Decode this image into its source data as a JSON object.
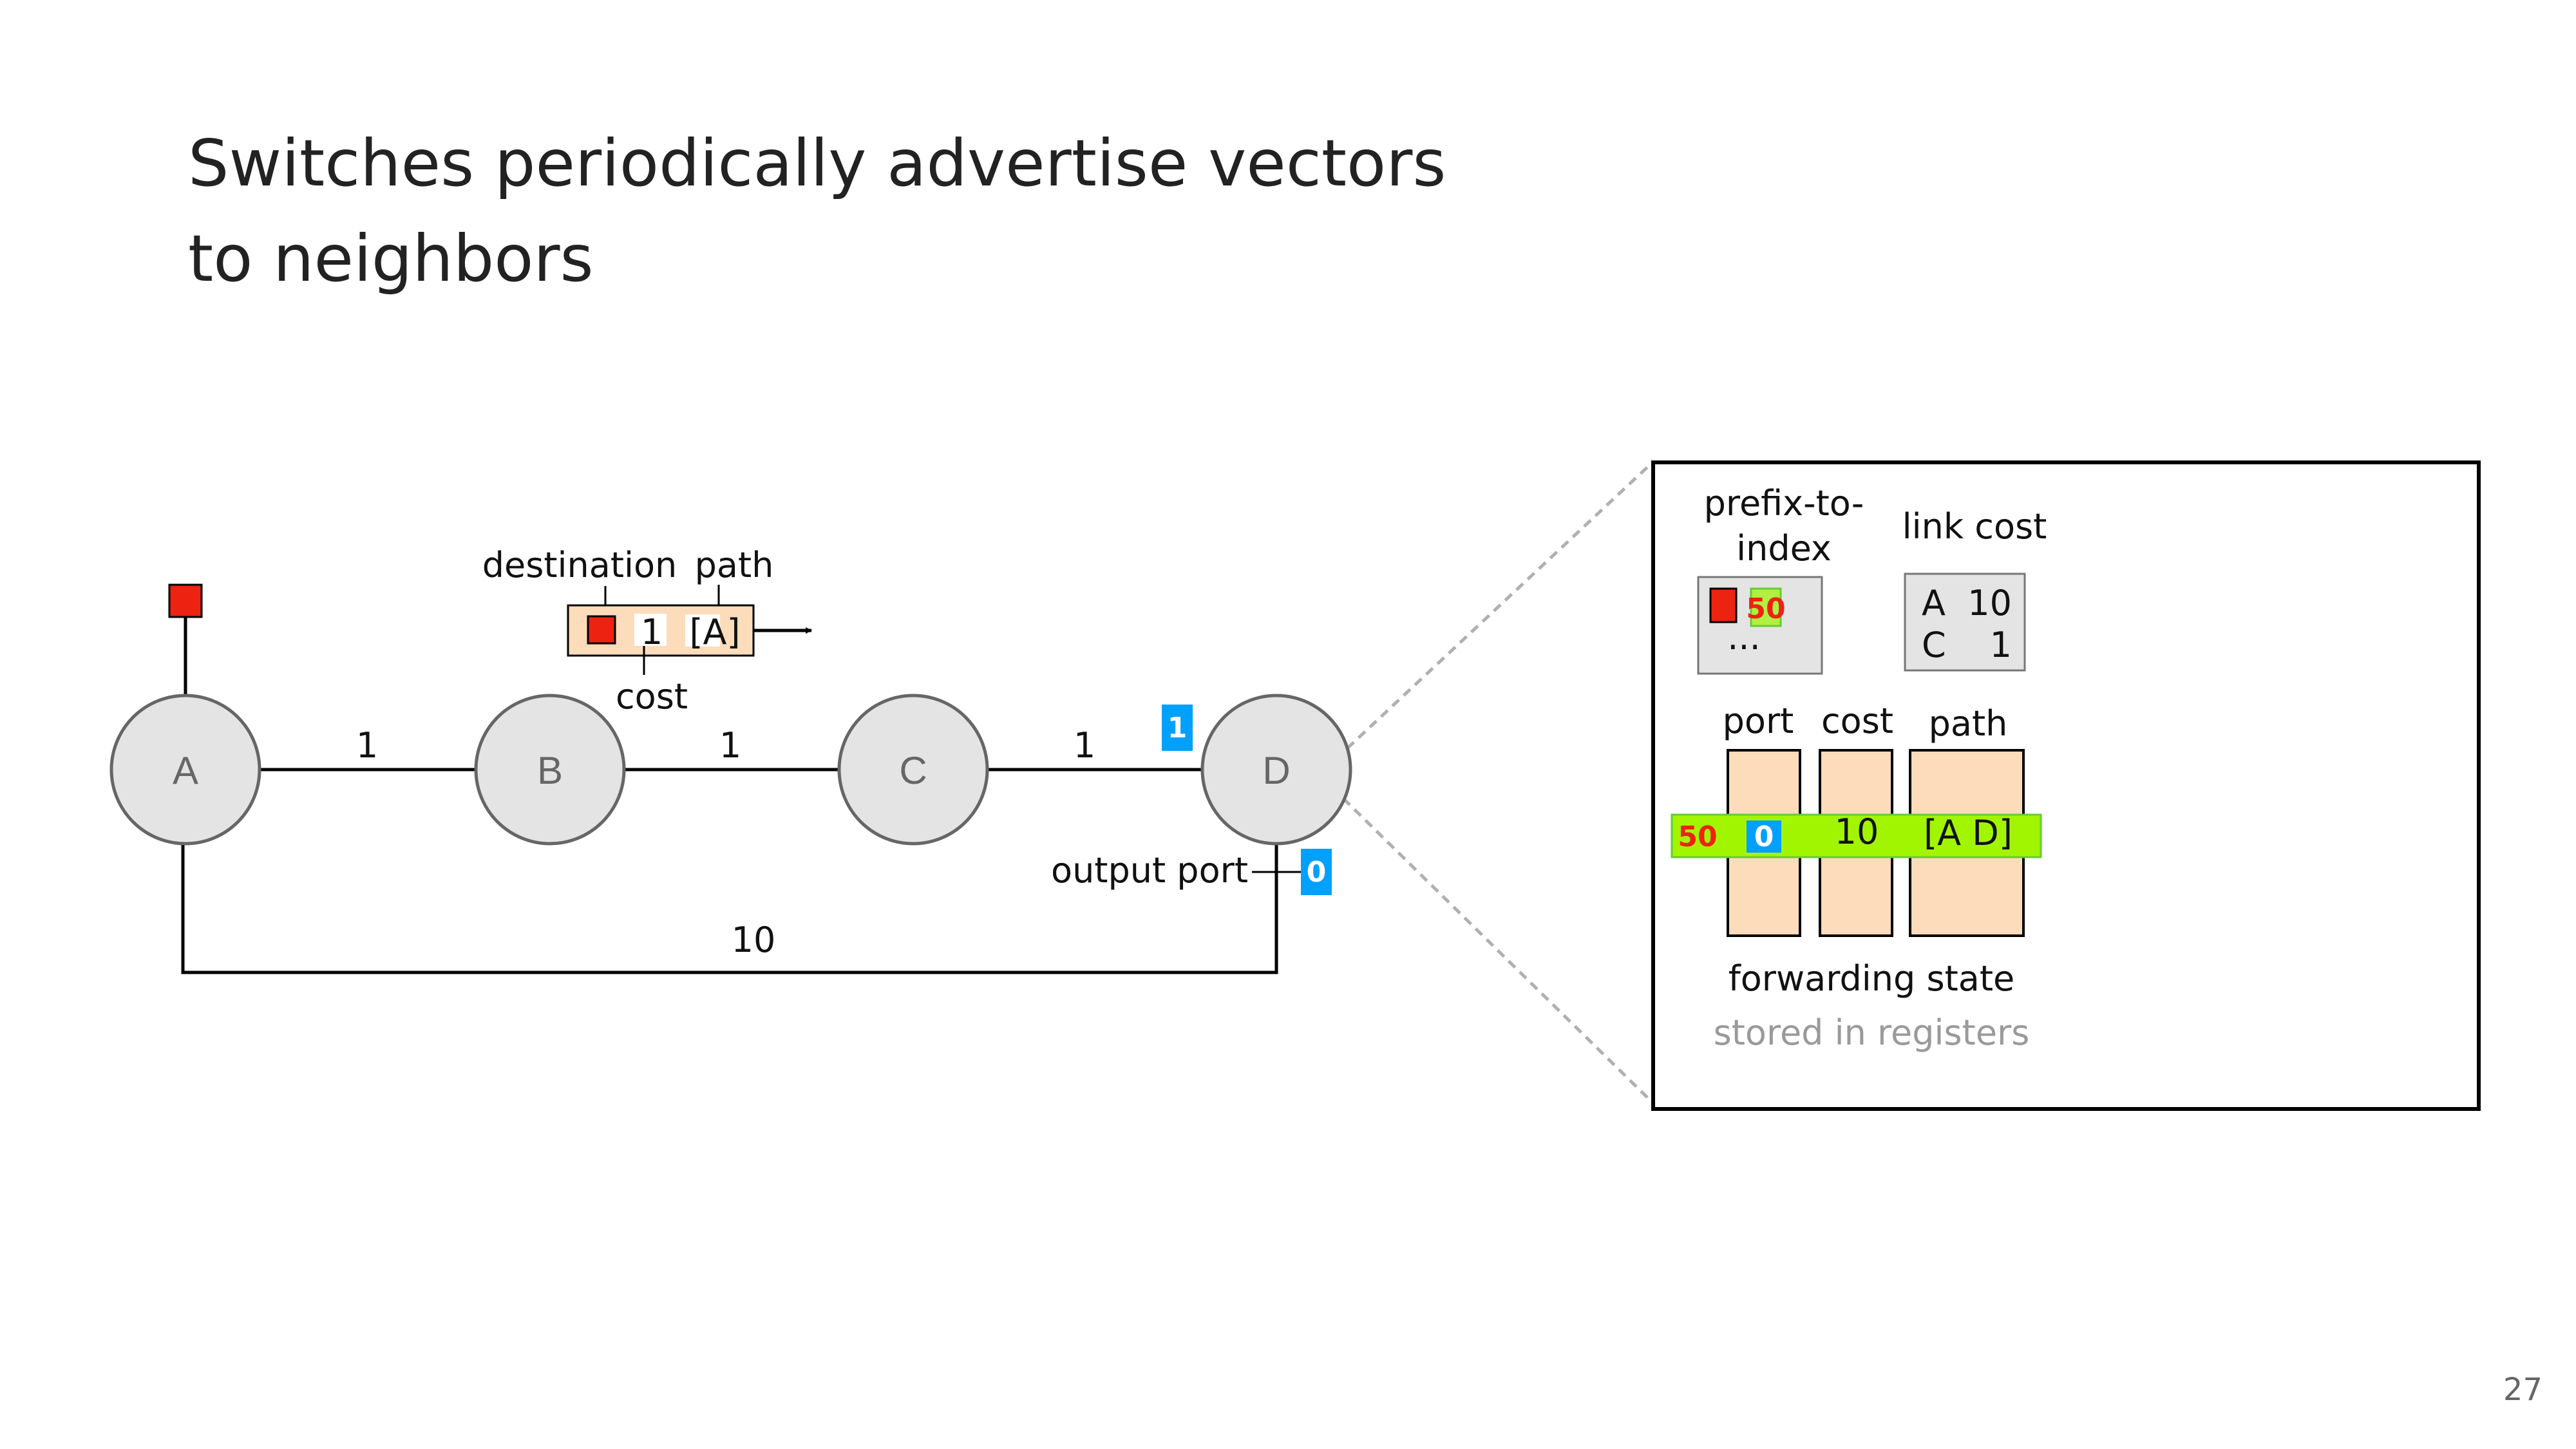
{
  "slide": {
    "title_line1": "Switches periodically advertise vectors",
    "title_line2": "to neighbors",
    "page_number": "27"
  },
  "colors": {
    "destination_red": "#ee2211",
    "packet_fill": "#fddcbb",
    "node_fill": "#e4e4e4",
    "node_stroke": "#666666",
    "port_blue": "#00a0ff",
    "highlight_green": "#a2f500",
    "index_green": "#b0f040",
    "register_grey": "#e4e4e4",
    "dashed_grey": "#b0b0b0"
  },
  "topology": {
    "nodes": [
      {
        "id": "A",
        "label": "A"
      },
      {
        "id": "B",
        "label": "B"
      },
      {
        "id": "C",
        "label": "C"
      },
      {
        "id": "D",
        "label": "D"
      }
    ],
    "links": [
      {
        "from": "A",
        "to": "B",
        "cost": "1"
      },
      {
        "from": "B",
        "to": "C",
        "cost": "1"
      },
      {
        "from": "C",
        "to": "D",
        "cost": "1"
      },
      {
        "from": "A",
        "to": "D",
        "cost": "10"
      }
    ],
    "port_badges": {
      "d_port_to_c": "1",
      "d_port_to_a": "0"
    },
    "output_port_label": "output port"
  },
  "advertisement": {
    "destination_label": "destination",
    "path_label": "path",
    "cost_label": "cost",
    "cost_value": "1",
    "path_value": "[A]"
  },
  "switch_state": {
    "prefix_to_index": {
      "title_line1": "prefix-to-",
      "title_line2": "index",
      "index_value": "50",
      "ellipsis": "..."
    },
    "link_cost": {
      "title": "link cost",
      "rows": [
        {
          "neighbor": "A",
          "cost": "10"
        },
        {
          "neighbor": "C",
          "cost": "1"
        }
      ]
    },
    "forwarding": {
      "columns": [
        "port",
        "cost",
        "path"
      ],
      "row": {
        "index": "50",
        "port": "0",
        "cost": "10",
        "path": "[A D]"
      },
      "caption": "forwarding state",
      "subcaption": "stored in registers"
    }
  }
}
